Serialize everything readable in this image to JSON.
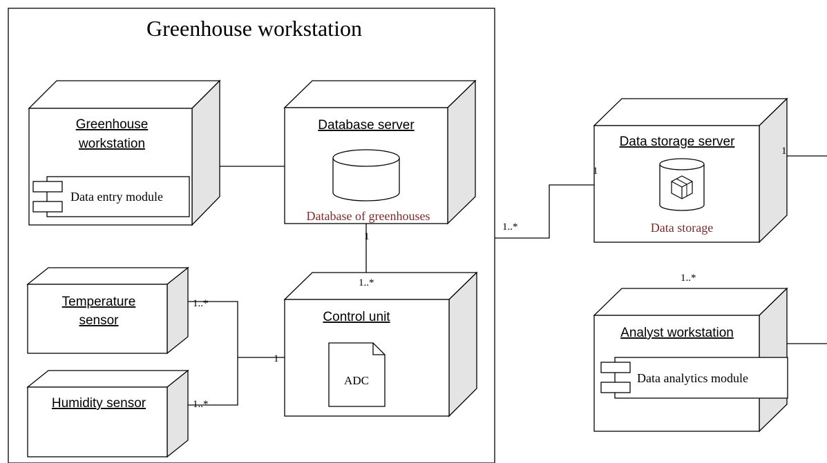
{
  "diagram": {
    "title": "Greenhouse workstation",
    "nodes": {
      "greenhouse_ws": {
        "label_line1": "Greenhouse",
        "label_line2": "workstation",
        "component": "Data entry module"
      },
      "db_server": {
        "label": "Database server",
        "artifact": "Database of greenhouses"
      },
      "temp_sensor": {
        "label_line1": "Temperature",
        "label_line2": "sensor"
      },
      "humidity_sensor": {
        "label": "Humidity sensor"
      },
      "control_unit": {
        "label": "Control unit",
        "artifact": "ADC"
      },
      "storage_server": {
        "label": "Data storage server",
        "artifact": "Data storage"
      },
      "analyst_ws": {
        "label": "Analyst workstation",
        "component": "Data analytics module"
      }
    },
    "multiplicities": {
      "db_to_control_db_end": "1",
      "db_to_control_cu_end": "1..*",
      "temp_end": "1..*",
      "humidity_end": "1..*",
      "control_end": "1",
      "workstation_to_storage_ws_end": "1..*",
      "workstation_to_storage_storage_end": "1",
      "storage_right": "1",
      "analyst_top": "1..*"
    },
    "colors": {
      "side_fill": "#e4e4e4",
      "artifact_text": "#7a2a2a"
    }
  }
}
